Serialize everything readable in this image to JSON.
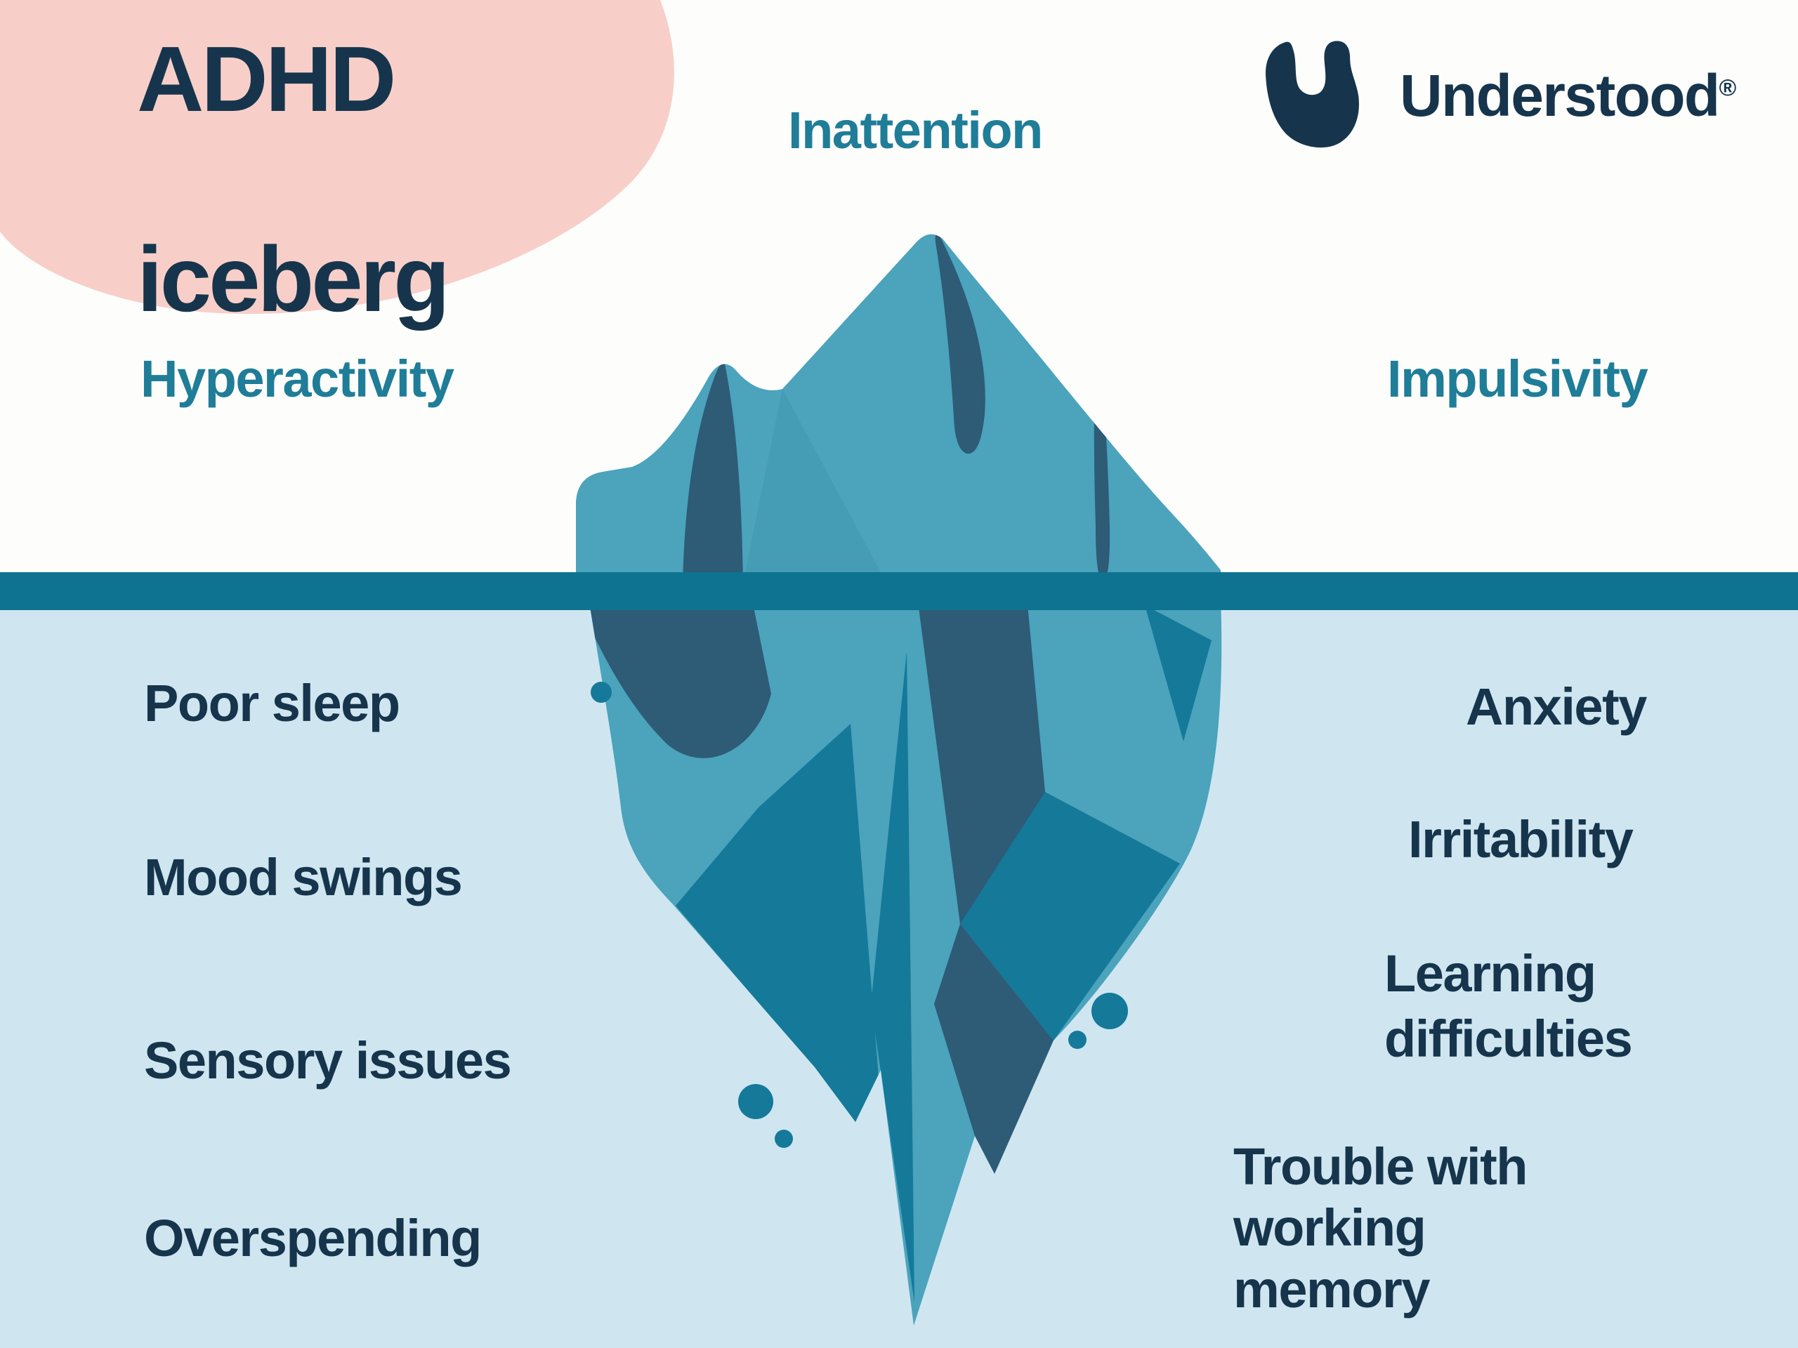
{
  "colors": {
    "bg-top": "#FDFDFC",
    "bg-underwater": "#CFE6F0",
    "waterline": "#0D7390",
    "blob-pink": "#F8CFC8",
    "ink-dark": "#16354C",
    "ink-teal": "#1F7D98",
    "berg-body": "#4BA3BC",
    "berg-body-shade": "#459CB5",
    "berg-shadow": "#2E5B76",
    "berg-deep": "#15799A"
  },
  "title": {
    "line1": "ADHD",
    "line2": "iceberg"
  },
  "brand": {
    "name": "Understood",
    "registered": "®"
  },
  "icons": {
    "understood_u": "blobby U logo mark"
  },
  "visible_symptom_categories": {
    "inattention": "Inattention",
    "hyperactivity": "Hyperactivity",
    "impulsivity": "Impulsivity"
  },
  "hidden_symptoms": {
    "left": [
      "Poor sleep",
      "Mood swings",
      "Sensory issues",
      "Overspending"
    ],
    "right": [
      "Anxiety",
      "Irritability",
      "Learning difficulties",
      "Trouble with working memory"
    ]
  }
}
